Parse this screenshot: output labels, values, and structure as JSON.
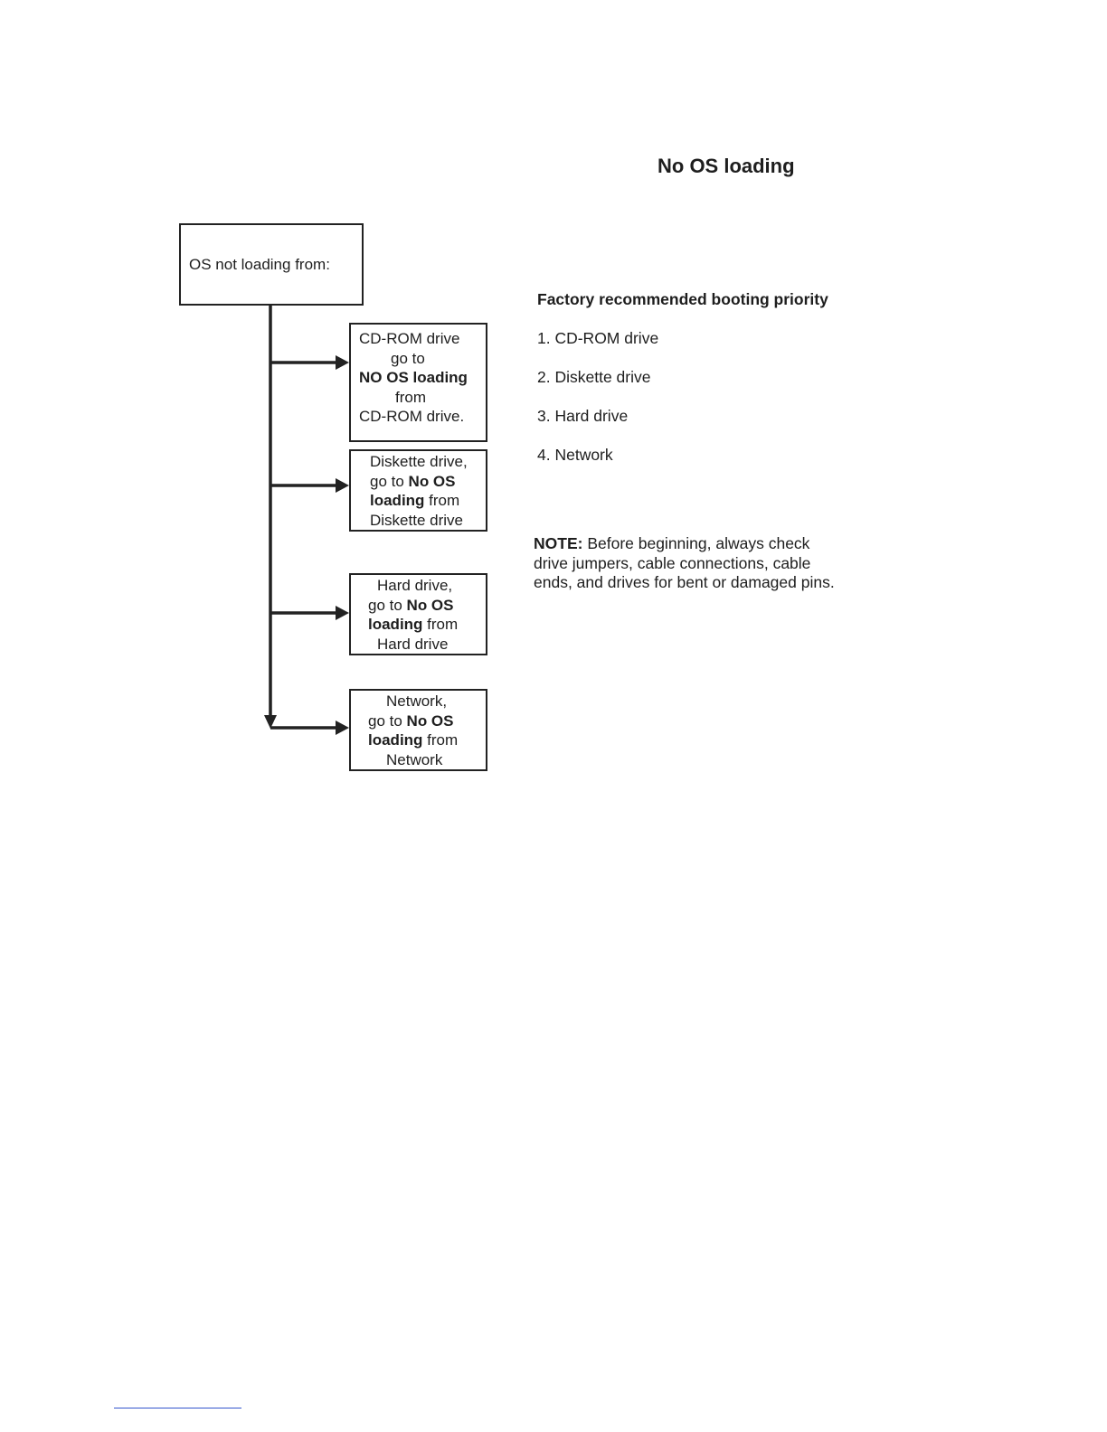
{
  "title": "No OS loading",
  "start_box": {
    "label": "OS not loading from:"
  },
  "branches": {
    "cdrom": {
      "l1": "CD-ROM drive",
      "l2": "go to",
      "l3": "NO OS loading",
      "l4": "from",
      "l5": "CD-ROM drive."
    },
    "diskette": {
      "l1": "Diskette drive,",
      "l2a": "go to ",
      "l2b": "No OS",
      "l3a": "loading",
      "l3b": " from",
      "l4": "Diskette drive"
    },
    "hard": {
      "l1": "Hard drive,",
      "l2a": "go to ",
      "l2b": "No OS",
      "l3a": "loading",
      "l3b": " from",
      "l4": "Hard drive"
    },
    "network": {
      "l1": "Network,",
      "l2a": "go to ",
      "l2b": "No OS",
      "l3a": "loading",
      "l3b": " from",
      "l4": "Network"
    }
  },
  "priority": {
    "heading": "Factory recommended booting priority",
    "items": [
      "1. CD-ROM drive",
      "2. Diskette drive",
      "3. Hard drive",
      "4. Network"
    ]
  },
  "note": {
    "label": "NOTE:",
    "line1": " Before beginning, always check",
    "line2": "drive jumpers, cable connections, cable",
    "line3": "ends, and drives for bent or damaged pins."
  }
}
